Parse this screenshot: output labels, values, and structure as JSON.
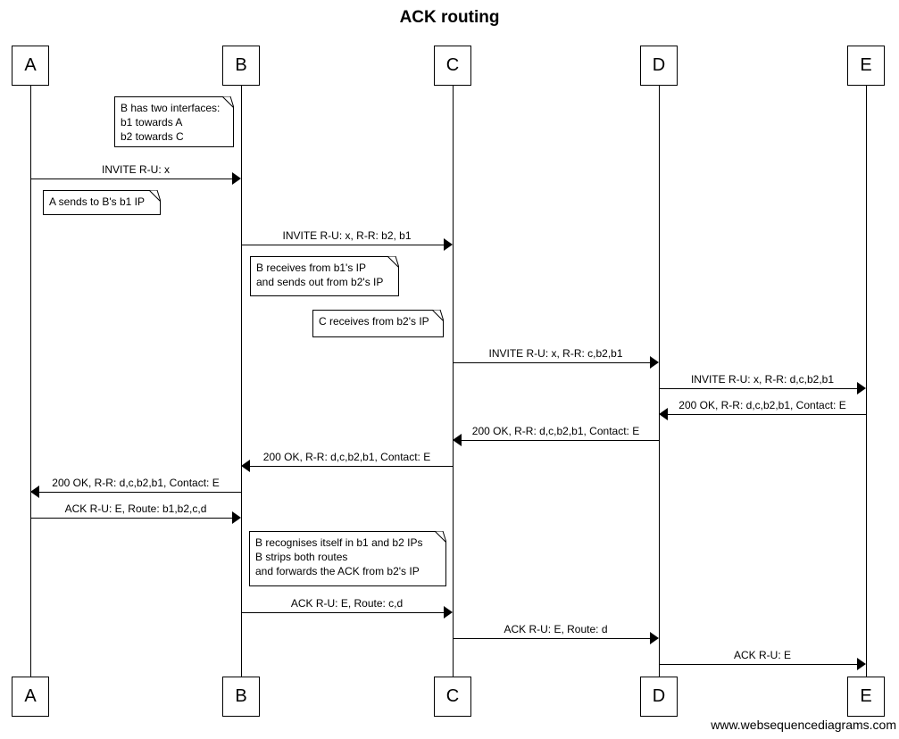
{
  "title": "ACK routing",
  "footer": "www.websequencediagrams.com",
  "colors": {
    "line": "#000000",
    "background": "#ffffff",
    "text": "#000000"
  },
  "actors": [
    {
      "label": "A"
    },
    {
      "label": "B"
    },
    {
      "label": "C"
    },
    {
      "label": "D"
    },
    {
      "label": "E"
    }
  ],
  "messages": [
    {
      "from": "A",
      "to": "B",
      "label": "INVITE R-U: x"
    },
    {
      "from": "B",
      "to": "C",
      "label": "INVITE R-U: x, R-R: b2, b1"
    },
    {
      "from": "C",
      "to": "D",
      "label": "INVITE R-U: x, R-R: c,b2,b1"
    },
    {
      "from": "D",
      "to": "E",
      "label": "INVITE R-U: x, R-R: d,c,b2,b1"
    },
    {
      "from": "E",
      "to": "D",
      "label": "200 OK, R-R: d,c,b2,b1, Contact: E"
    },
    {
      "from": "D",
      "to": "C",
      "label": "200 OK, R-R: d,c,b2,b1, Contact: E"
    },
    {
      "from": "C",
      "to": "B",
      "label": "200 OK, R-R: d,c,b2,b1, Contact: E"
    },
    {
      "from": "B",
      "to": "A",
      "label": "200 OK, R-R: d,c,b2,b1, Contact: E"
    },
    {
      "from": "A",
      "to": "B",
      "label": "ACK R-U: E, Route: b1,b2,c,d"
    },
    {
      "from": "B",
      "to": "C",
      "label": "ACK R-U: E, Route: c,d"
    },
    {
      "from": "C",
      "to": "D",
      "label": "ACK R-U: E, Route: d"
    },
    {
      "from": "D",
      "to": "E",
      "label": "ACK R-U: E"
    }
  ],
  "notes": [
    {
      "lines": [
        "B has two interfaces:",
        "b1 towards A",
        "b2 towards C"
      ]
    },
    {
      "lines": [
        "A sends to B's b1 IP"
      ]
    },
    {
      "lines": [
        "B receives from b1's IP",
        "and sends out from b2's IP"
      ]
    },
    {
      "lines": [
        "C receives from b2's IP"
      ]
    },
    {
      "lines": [
        "B recognises itself in b1 and b2 IPs",
        "B strips both routes",
        "and forwards the ACK from b2's IP"
      ]
    }
  ]
}
